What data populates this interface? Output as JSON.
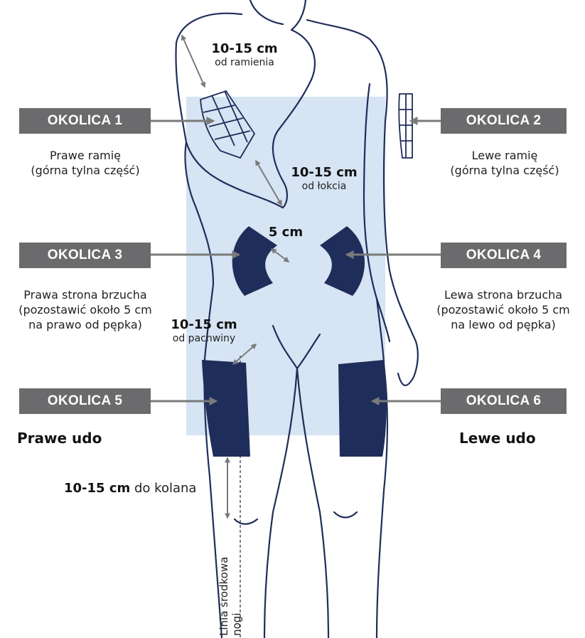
{
  "regions": [
    {
      "label": "OKOLICA 1",
      "line1": "Prawe ramię",
      "line2": "(górna tylna część)",
      "line3": ""
    },
    {
      "label": "OKOLICA 2",
      "line1": "Lewe ramię",
      "line2": "(górna tylna część)",
      "line3": ""
    },
    {
      "label": "OKOLICA 3",
      "line1": "Prawa strona brzucha",
      "line2": "(pozostawić około 5 cm",
      "line3": "na prawo od pępka)"
    },
    {
      "label": "OKOLICA 4",
      "line1": "Lewa strona brzucha",
      "line2": "(pozostawić około 5 cm",
      "line3": "na lewo od pępka)"
    },
    {
      "label": "OKOLICA 5",
      "line1": "Prawe udo",
      "line2": "",
      "line3": ""
    },
    {
      "label": "OKOLICA 6",
      "line1": "Lewe udo",
      "line2": "",
      "line3": ""
    }
  ],
  "measurements": {
    "shoulder": {
      "value": "10-15 cm",
      "text": "od ramienia"
    },
    "elbow": {
      "value": "10-15 cm",
      "text": "od łokcia"
    },
    "navel": {
      "value": "5 cm"
    },
    "groin": {
      "value": "10-15 cm",
      "text": "od pachwiny"
    },
    "knee": {
      "value": "10-15 cm",
      "text": "do kolana"
    }
  },
  "midline": {
    "line1": "Linia środkowa",
    "line2": "nogi"
  },
  "colors": {
    "zone": "#1f2d5a",
    "shade": "#d6e4f3",
    "label_bg": "#6b6b6d",
    "outline": "#1f2d5a",
    "arrow": "#7a7a7a"
  }
}
